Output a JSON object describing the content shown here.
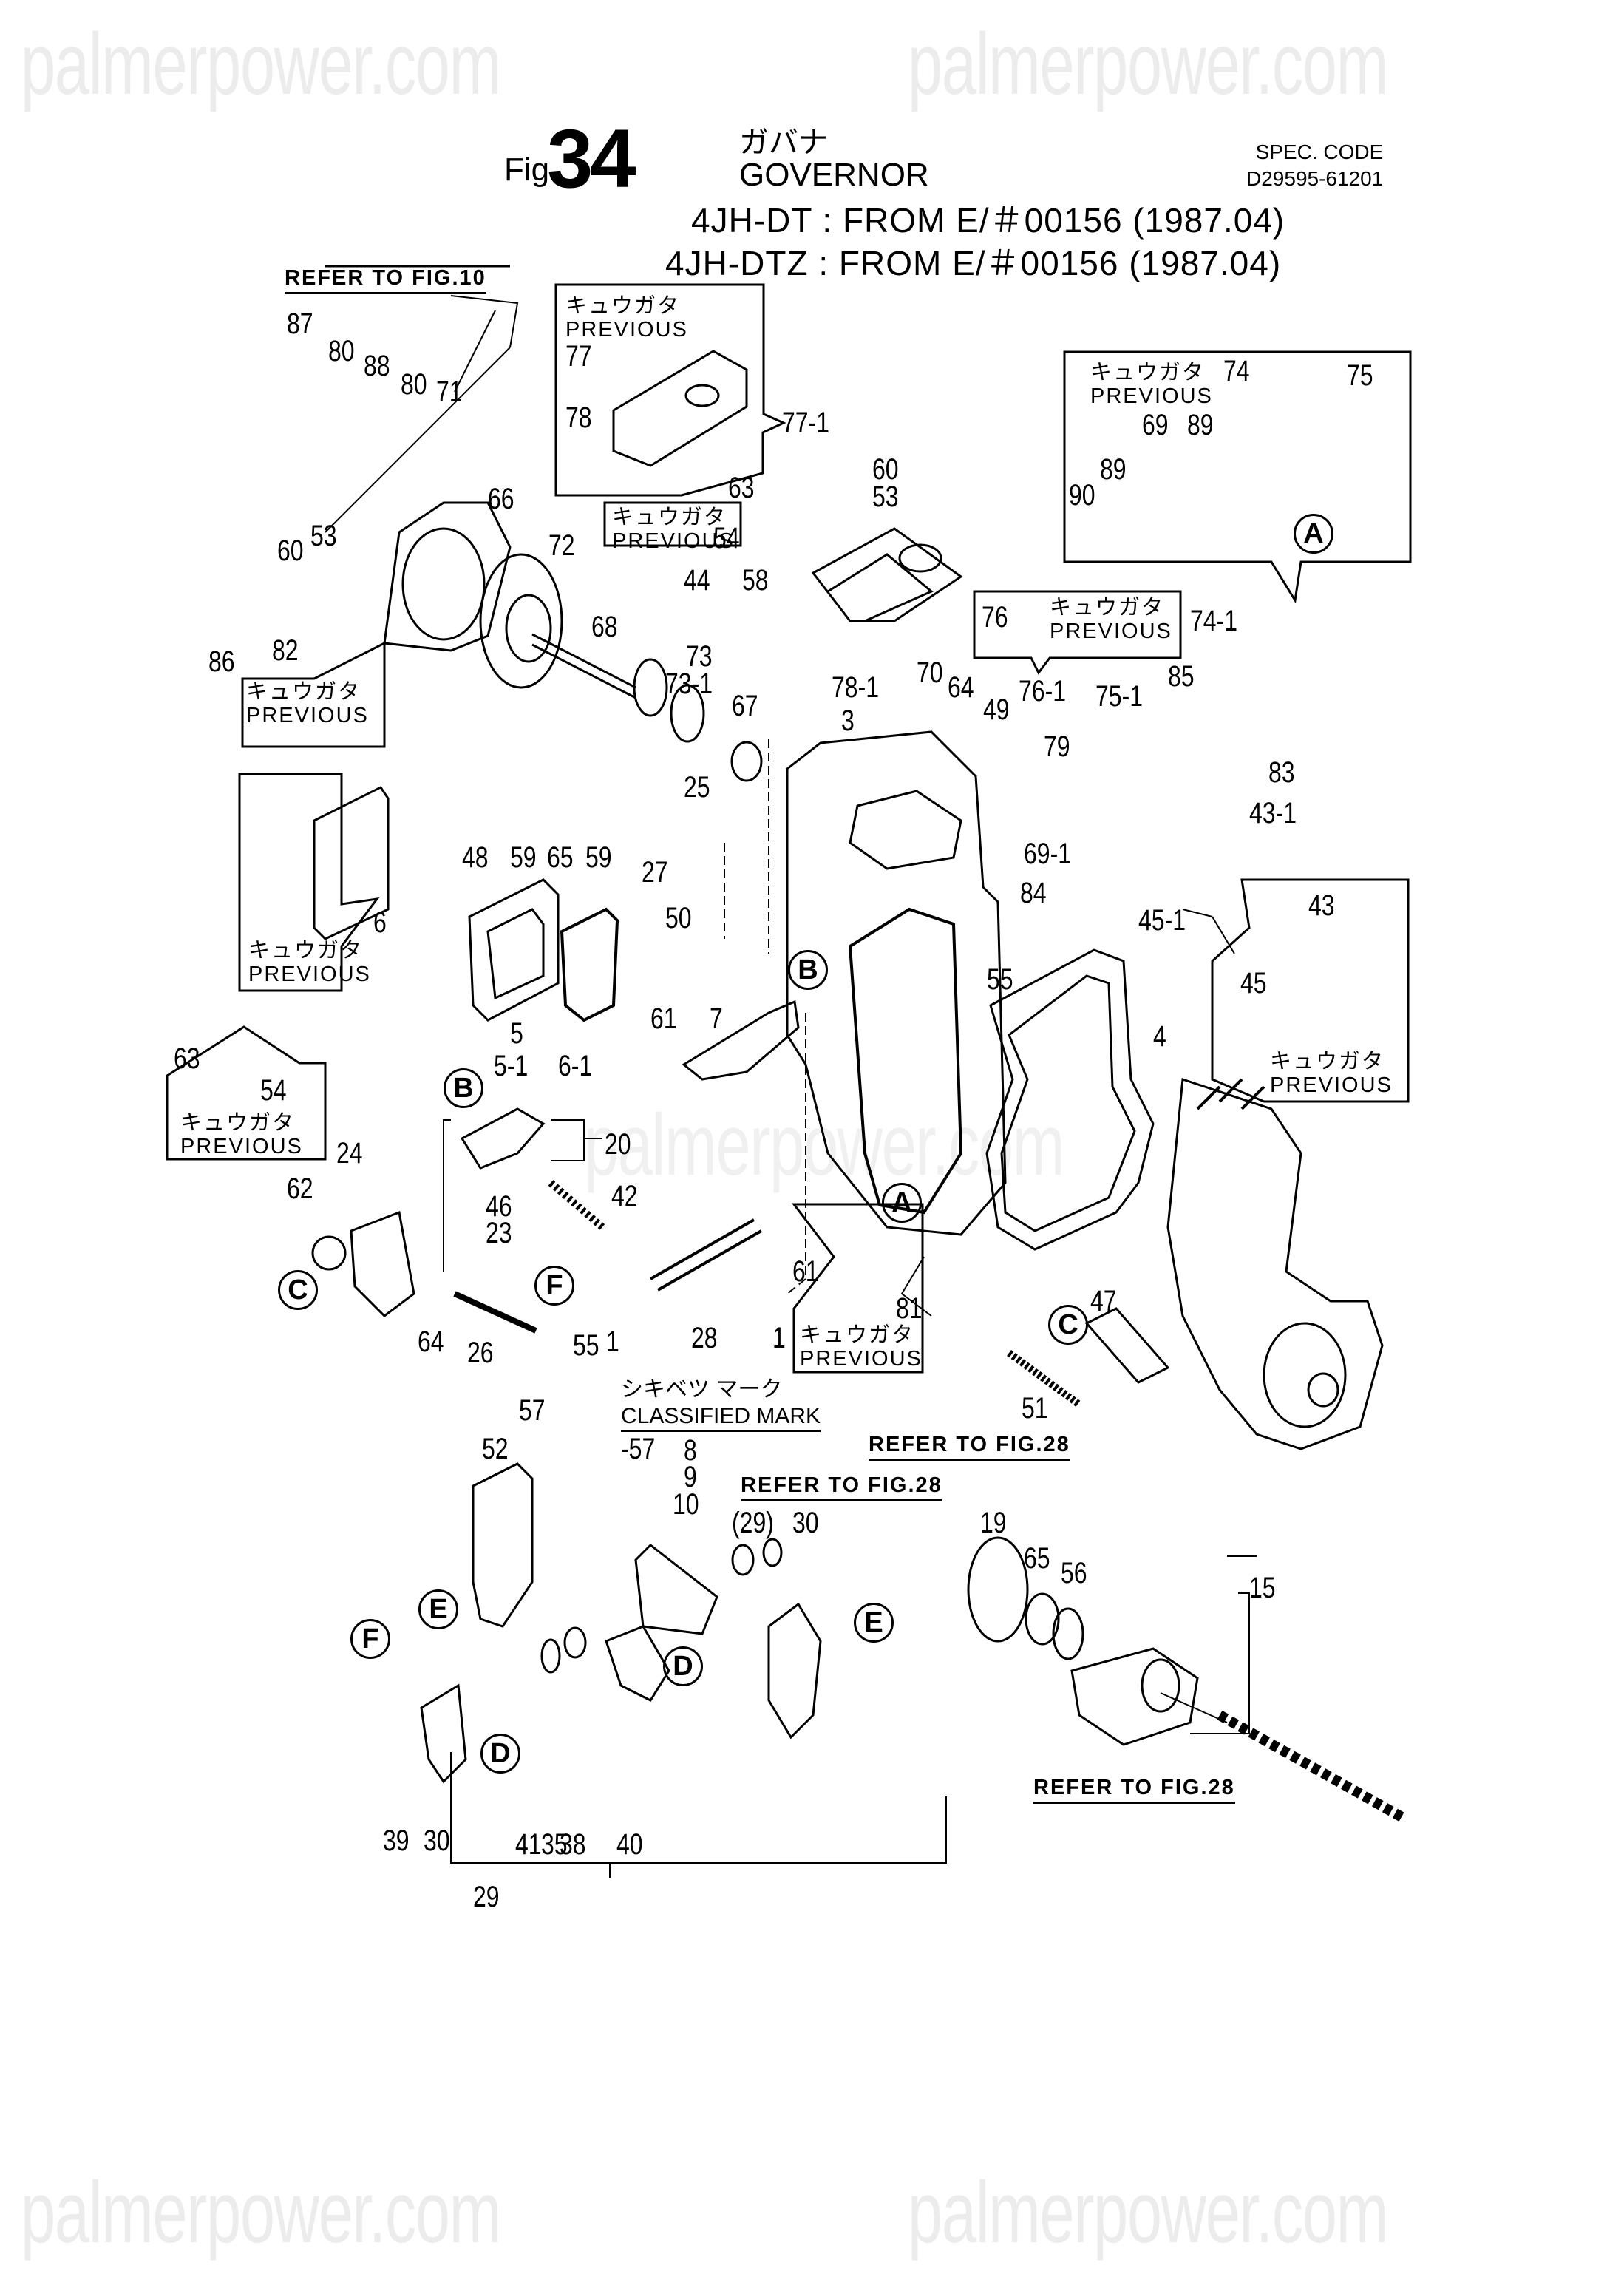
{
  "watermark": "palmerpower.com",
  "header": {
    "fig_prefix": "Fig.",
    "fig_number": "34",
    "title_jp": "ガバナ",
    "title_en": "GOVERNOR",
    "spec_code_label": "SPEC. CODE",
    "spec_code": "D29595-61201",
    "models": [
      "4JH-DT : FROM E/＃00156 (1987.04)",
      "4JH-DTZ : FROM E/＃00156 (1987.04)"
    ]
  },
  "references": {
    "fig10": "REFER TO FIG.10",
    "fig28_a": "REFER TO FIG.28",
    "fig28_b": "REFER TO FIG.28",
    "fig28_c": "REFER TO FIG.28"
  },
  "previous_box": {
    "jp": "キュウガタ",
    "en": "PREVIOUS"
  },
  "classified_mark": {
    "jp": "シキベツ マーク",
    "en": "CLASSIFIED MARK"
  },
  "circle_markers": [
    "A",
    "B",
    "C",
    "D",
    "E",
    "F"
  ],
  "part_labels": {
    "p87": "87",
    "p80a": "80",
    "p88": "88",
    "p80b": "80",
    "p71": "71",
    "p66": "66",
    "p60a": "60",
    "p53a": "53",
    "p86": "86",
    "p82": "82",
    "p77": "77",
    "p78": "78",
    "p77_1": "77-1",
    "p63a": "63",
    "p54a": "54",
    "p60b": "60",
    "p53b": "53",
    "p72": "72",
    "p68": "68",
    "p44": "44",
    "p58": "58",
    "p73": "73",
    "p73_1": "73-1",
    "p67": "67",
    "p78_1": "78-1",
    "p3": "3",
    "p70": "70",
    "p64a": "64",
    "p49": "49",
    "p76": "76",
    "p76_1": "76-1",
    "p79": "79",
    "p75_1": "75-1",
    "p85": "85",
    "p74_1": "74-1",
    "p83": "83",
    "p74": "74",
    "p75": "75",
    "p69": "69",
    "p89a": "89",
    "p89b": "89",
    "p90": "90",
    "p48": "48",
    "p59a": "59",
    "p65a": "65",
    "p59b": "59",
    "p27": "27",
    "p25": "25",
    "p50": "50",
    "p69_1": "69-1",
    "p84": "84",
    "p45_1": "45-1",
    "p43_1": "43-1",
    "p43": "43",
    "p45": "45",
    "p6": "6",
    "p5": "5",
    "p5_1": "5-1",
    "p6_1": "6-1",
    "p63b": "63",
    "p54b": "54",
    "p61a": "61",
    "p7": "7",
    "p55a": "55",
    "p4": "4",
    "p20": "20",
    "p42": "42",
    "p24": "24",
    "p62": "62",
    "p46": "46",
    "p23": "23",
    "p64b": "64",
    "p26": "26",
    "p55b": "55",
    "p1a": "1",
    "p28": "28",
    "p1b": "1",
    "p61b": "61",
    "p81": "81",
    "p47": "47",
    "p51": "51",
    "p57a": "57",
    "p57b": "-57",
    "p52": "52",
    "p8": "8",
    "p9": "9",
    "p10": "10",
    "p29p": "(29)",
    "p30a": "30",
    "p19": "19",
    "p65b": "65",
    "p56": "56",
    "p15": "15",
    "p39": "39",
    "p30b": "30",
    "p41": "41",
    "p35": "35",
    "p38": "38",
    "p40": "40",
    "p29": "29"
  }
}
